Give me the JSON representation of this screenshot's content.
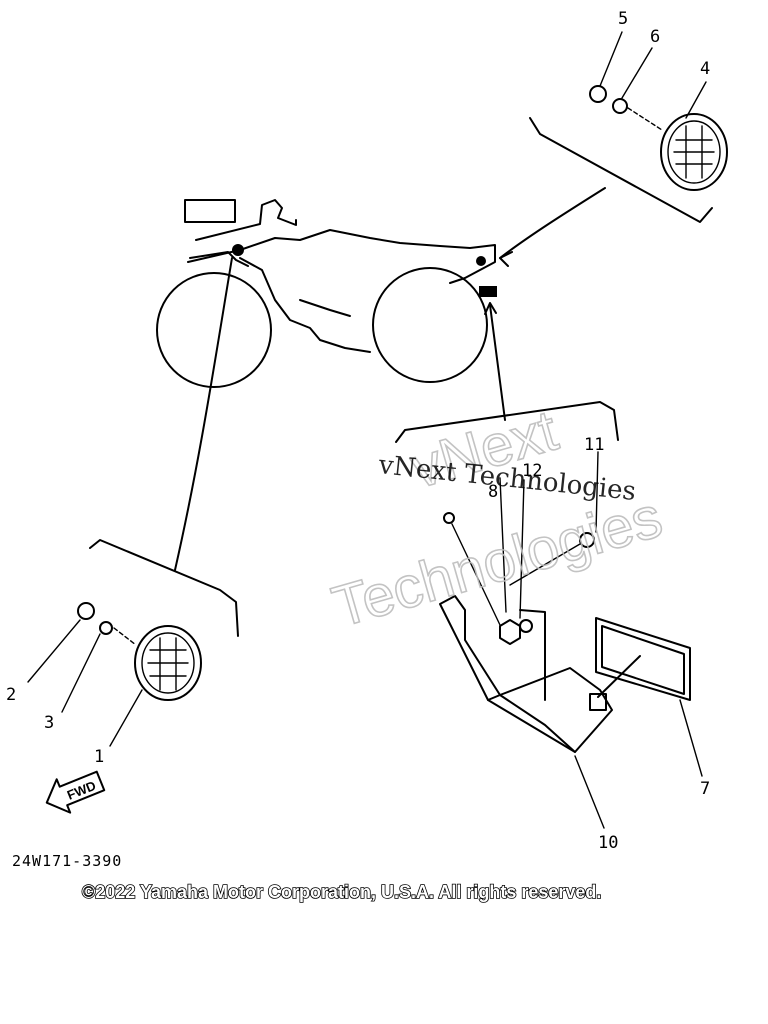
{
  "callouts": {
    "c1": "1",
    "c2": "2",
    "c3": "3",
    "c4": "4",
    "c5": "5",
    "c6": "6",
    "c7": "7",
    "c8": "8",
    "c10": "10",
    "c11": "11",
    "c12": "12"
  },
  "part_code": "24W171-3390",
  "fwd_label": "FWD",
  "copyright": "©2022 Yamaha Motor Corporation, U.S.A. All rights reserved.",
  "watermark": {
    "line1": "vNext Technologies",
    "big1": "vNext",
    "big2": "Technologies"
  }
}
